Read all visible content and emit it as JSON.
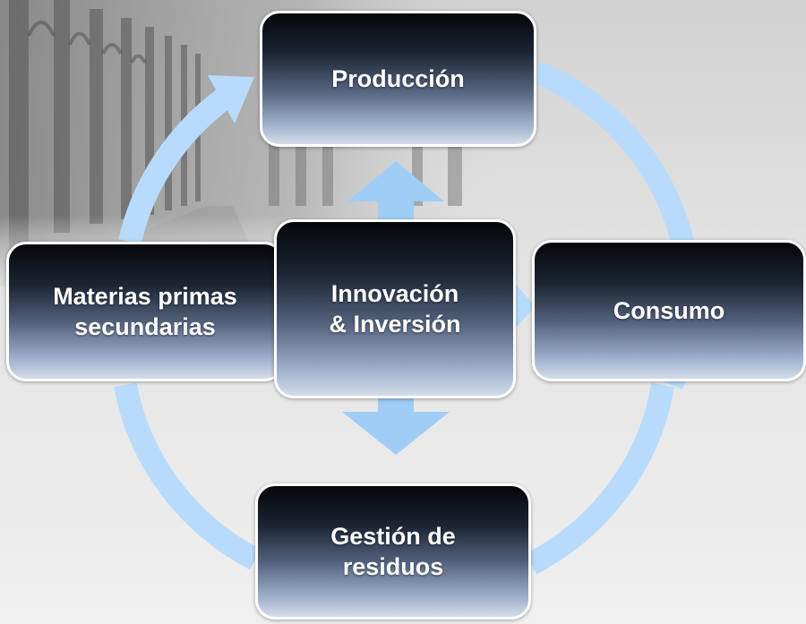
{
  "diagram": {
    "colors": {
      "ring": "#b9dbfb",
      "center_arrows": "#9fcdf6",
      "node_border": "#ffffff"
    },
    "nodes": {
      "produccion": "Producción",
      "consumo": "Consumo",
      "gestion": "Gestión de\nresiduos",
      "materias": "Materias primas\nsecundarias",
      "innovacion": "Innovación\n& Inversión"
    },
    "background": "colonnade-photo"
  }
}
